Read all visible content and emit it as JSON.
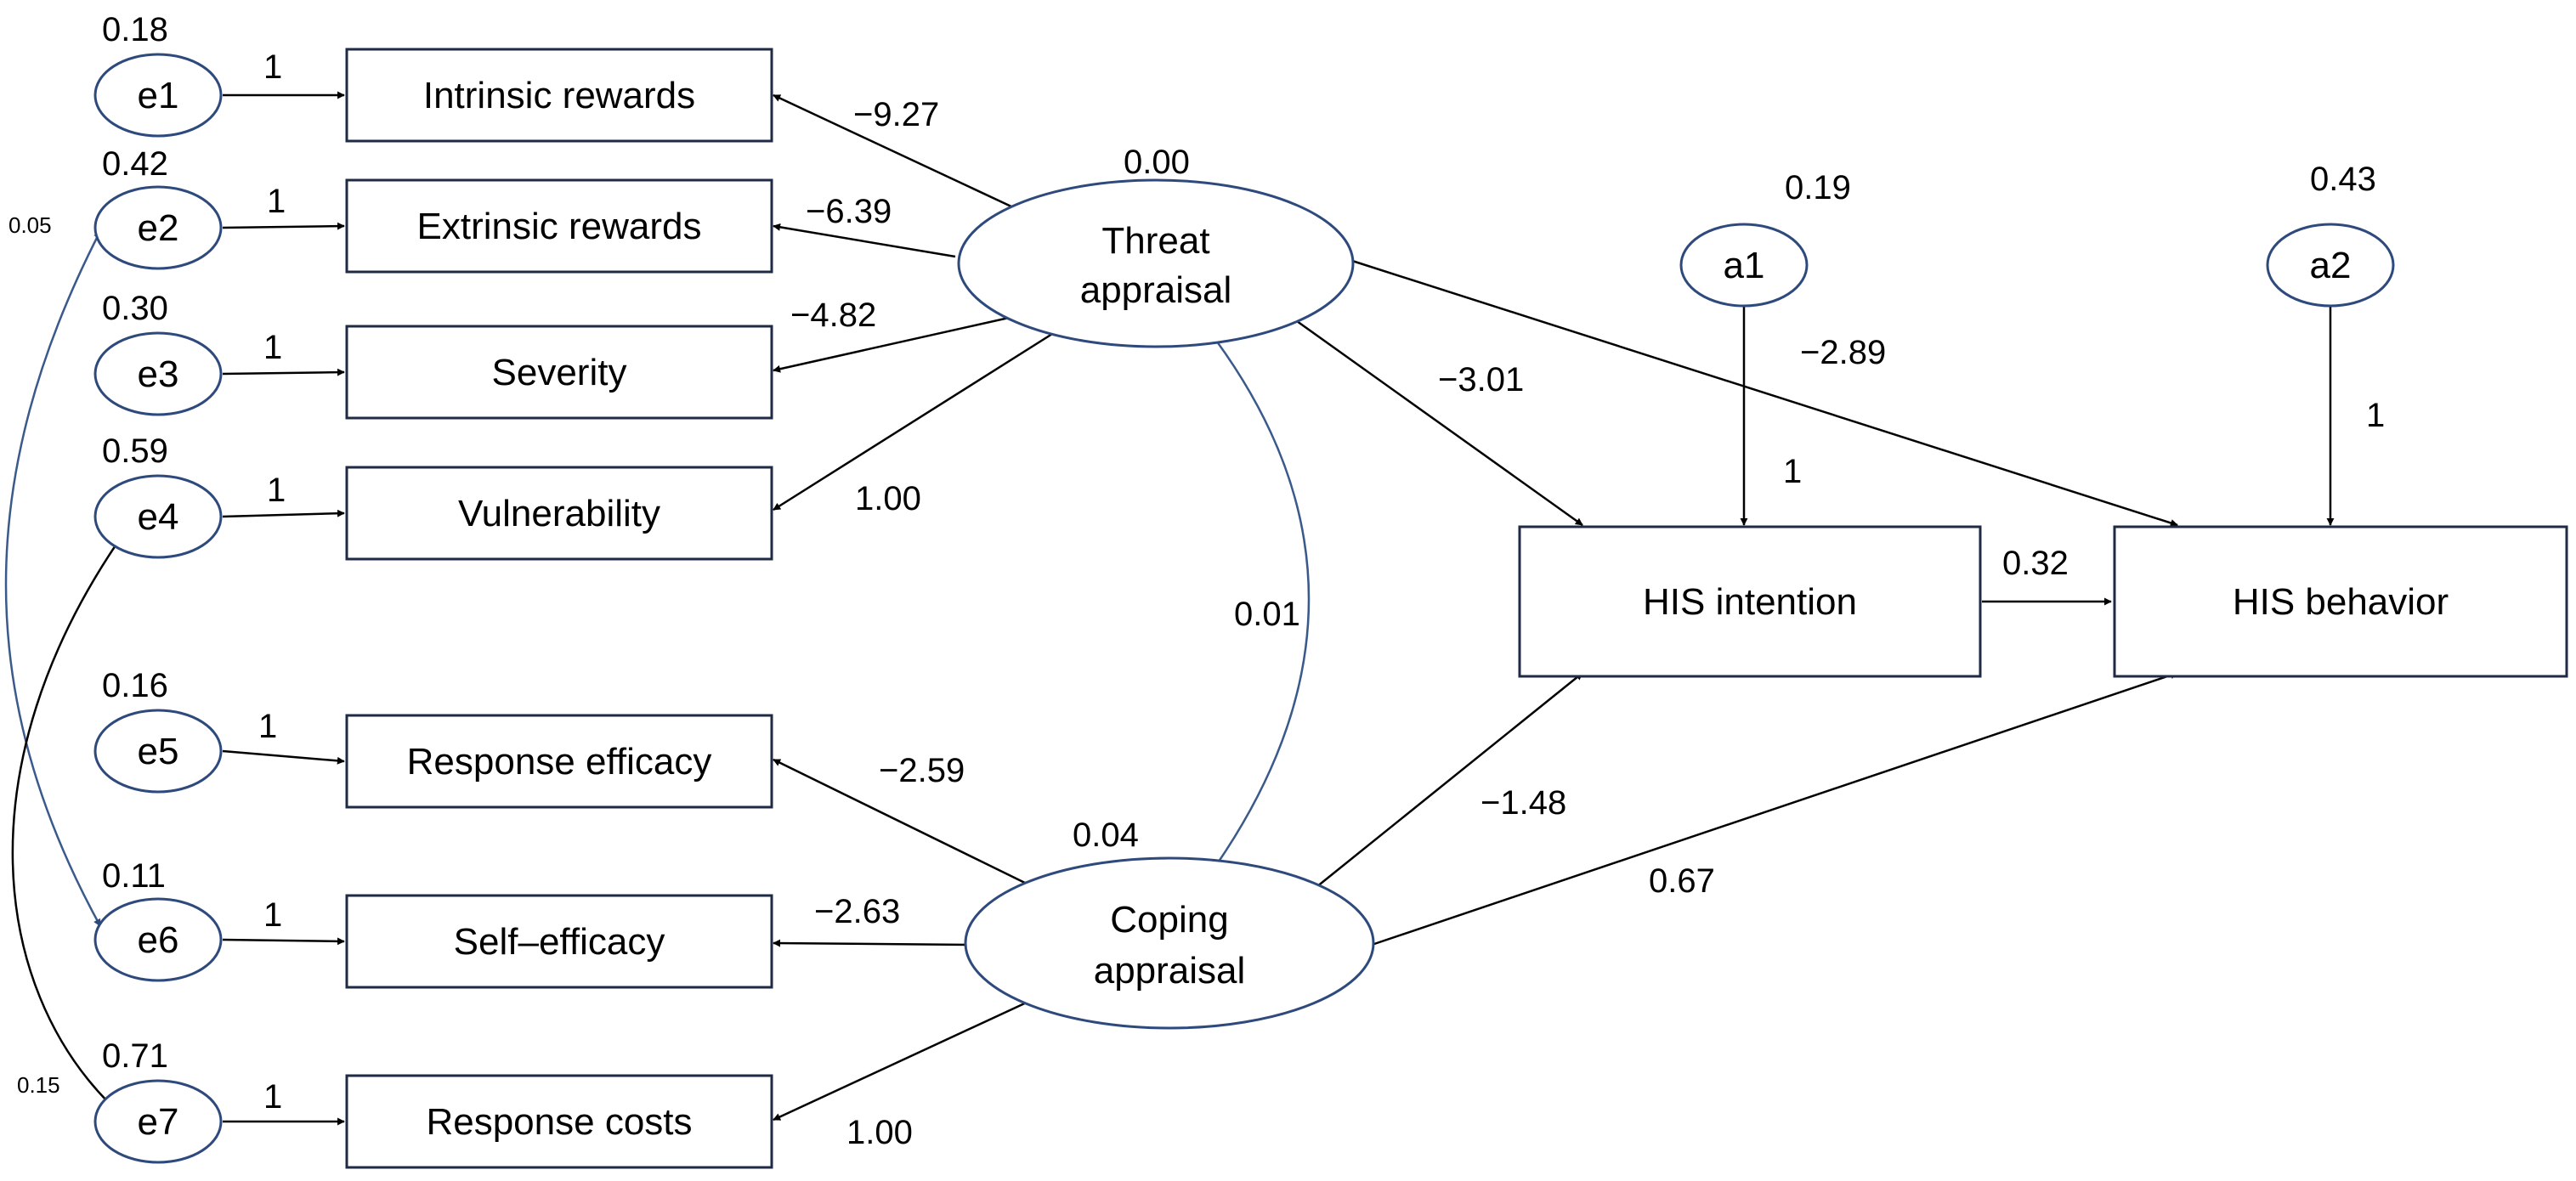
{
  "nodes": {
    "e1": "e1",
    "e2": "e2",
    "e3": "e3",
    "e4": "e4",
    "e5": "e5",
    "e6": "e6",
    "e7": "e7",
    "a1": "a1",
    "a2": "a2",
    "intrinsic_rewards": "Intrinsic rewards",
    "extrinsic_rewards": "Extrinsic rewards",
    "severity": "Severity",
    "vulnerability": "Vulnerability",
    "response_efficacy": "Response efficacy",
    "self_efficacy": "Self–efficacy",
    "response_costs": "Response costs",
    "threat_appraisal_line1": "Threat",
    "threat_appraisal_line2": "appraisal",
    "coping_appraisal_line1": "Coping",
    "coping_appraisal_line2": "appraisal",
    "his_intention": "HIS intention",
    "his_behavior": "HIS behavior"
  },
  "variances": {
    "e1": "0.18",
    "e2": "0.42",
    "e3": "0.30",
    "e4": "0.59",
    "e5": "0.16",
    "e6": "0.11",
    "e7": "0.71",
    "threat": "0.00",
    "coping": "0.04",
    "a1": "0.19",
    "a2": "0.43"
  },
  "error_loadings": {
    "e1": "1",
    "e2": "1",
    "e3": "1",
    "e4": "1",
    "e5": "1",
    "e6": "1",
    "e7": "1",
    "a1": "1",
    "a2": "1"
  },
  "loadings": {
    "intrinsic_rewards": "−9.27",
    "extrinsic_rewards": "−6.39",
    "severity": "−4.82",
    "vulnerability": "1.00",
    "response_efficacy": "−2.59",
    "self_efficacy": "−2.63",
    "response_costs": "1.00"
  },
  "structural": {
    "threat_to_intention": "−3.01",
    "threat_to_behavior": "−2.89",
    "coping_to_intention": "−1.48",
    "coping_to_behavior": "0.67",
    "intention_to_behavior": "0.32"
  },
  "covariances": {
    "threat_coping": "0.01",
    "e2_e6": "0.05",
    "e4_e7": "0.15"
  },
  "colors": {
    "ellipse_stroke": "#2e4a7d",
    "covariance_stroke": "#3a5a8c",
    "path_stroke": "#000000"
  }
}
